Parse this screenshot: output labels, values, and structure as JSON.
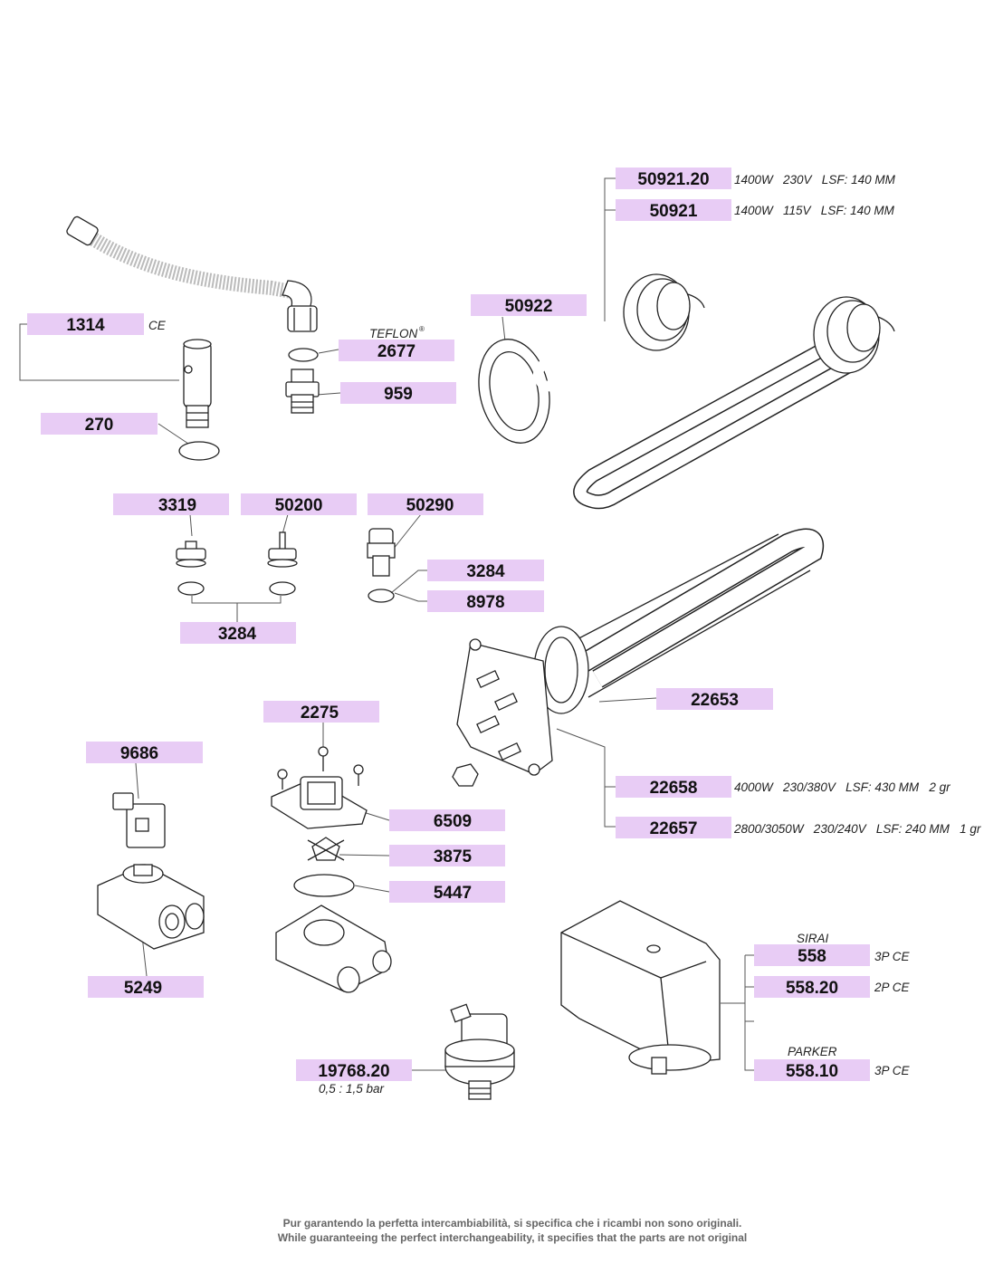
{
  "colors": {
    "label_fill": "#e8ccf5",
    "line": "#555555",
    "ink": "#222222"
  },
  "parts": {
    "p1314": "1314",
    "p270": "270",
    "p2677": "2677",
    "p959": "959",
    "p50922": "50922",
    "p50921_20": "50921.20",
    "p50921": "50921",
    "p3319": "3319",
    "p50200": "50200",
    "p50290": "50290",
    "p3284a": "3284",
    "p8978": "8978",
    "p3284b": "3284",
    "p22653": "22653",
    "p22658": "22658",
    "p22657": "22657",
    "p2275": "2275",
    "p9686": "9686",
    "p6509": "6509",
    "p3875": "3875",
    "p5447": "5447",
    "p5249": "5249",
    "p558": "558",
    "p558_20": "558.20",
    "p558_10": "558.10",
    "p19768_20": "19768.20"
  },
  "notes": {
    "ce_1314": "CE",
    "teflon": "TEFLON",
    "reg": "®",
    "spec_50921_20": "1400W   230V   LSF: 140 MM",
    "spec_50921": "1400W   115V   LSF: 140 MM",
    "spec_22658": "4000W   230/380V   LSF: 430 MM   2 gr",
    "spec_22657": "2800/3050W   230/240V   LSF: 240 MM   1 gr",
    "sirai": "SIRAI",
    "parker": "PARKER",
    "spec_558": "3P CE",
    "spec_558_20": "2P CE",
    "spec_558_10": "3P CE",
    "pressure_range": "0,5 : 1,5 bar"
  },
  "footer": {
    "line1": "Pur garantendo la perfetta intercambiabilità, si specifica che i ricambi non sono originali.",
    "line2": "While guaranteeing the perfect interchangeability, it specifies that the parts are not original"
  }
}
